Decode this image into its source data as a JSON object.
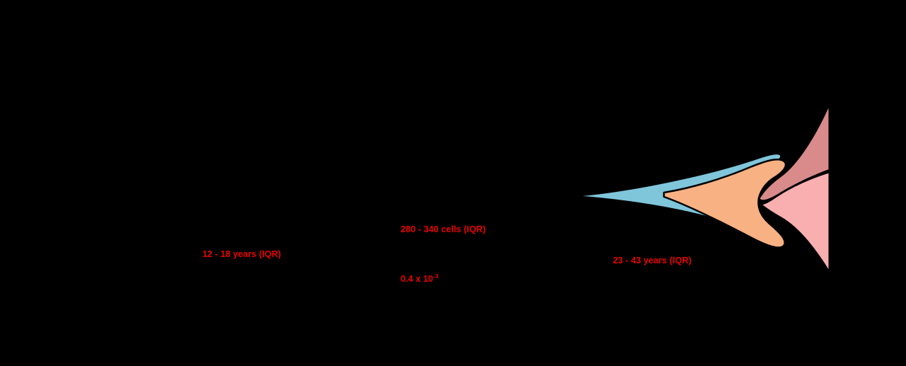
{
  "figure": {
    "background_color": "#000000",
    "annotation_color": "#ee0000"
  },
  "annotations": {
    "duration": "12 - 18 years (IQR)",
    "cells": "280 - 340 cells (IQR)",
    "rate_mantissa": "0.4 x 10",
    "rate_exponent": "-3",
    "latency": "23 - 43 years (IQR)"
  },
  "chart_data": {
    "type": "area",
    "title": "",
    "xlabel": "",
    "ylabel": "",
    "grid": false,
    "legend_position": "none",
    "background": "#000000",
    "annotations": [
      {
        "text": "12 - 18 years (IQR)",
        "x": 286,
        "y": 352,
        "color": "#ee0000"
      },
      {
        "text": "280 - 340 cells (IQR)",
        "x": 566,
        "y": 317,
        "color": "#ee0000"
      },
      {
        "text": "0.4 x 10^-3",
        "x": 566,
        "y": 387,
        "color": "#ee0000"
      },
      {
        "text": "23 - 43 years (IQR)",
        "x": 866,
        "y": 361,
        "color": "#ee0000"
      }
    ],
    "series": [
      {
        "name": "blue-band",
        "color": "#7FC6DB",
        "stroke": "#000000",
        "apex": [
          808,
          277
        ],
        "right_end": [
          1100,
          222
        ],
        "description": "long tapering blue wedge spanning from left tip to upper-right"
      },
      {
        "name": "orange-band",
        "color": "#F7B183",
        "stroke": "#000000",
        "apex": [
          938,
          272
        ],
        "right_end": [
          1172,
          240
        ],
        "description": "orange lens widening from pinch point toward the right edge"
      },
      {
        "name": "rose-wedge",
        "color": "#D98A8A",
        "stroke": "#000000",
        "apex": [
          1070,
          288
        ],
        "right_end": [
          1172,
          146
        ],
        "description": "dark rose triangle filling the upper right corner"
      },
      {
        "name": "pink-wedge",
        "color": "#F9AFB0",
        "stroke": "#000000",
        "apex": [
          1070,
          300
        ],
        "right_end": [
          1172,
          385
        ],
        "description": "light pink triangle filling the lower right region"
      }
    ],
    "axis_line": {
      "x": 1172,
      "y_top": 146,
      "y_bottom": 385,
      "color": "#000000"
    }
  }
}
